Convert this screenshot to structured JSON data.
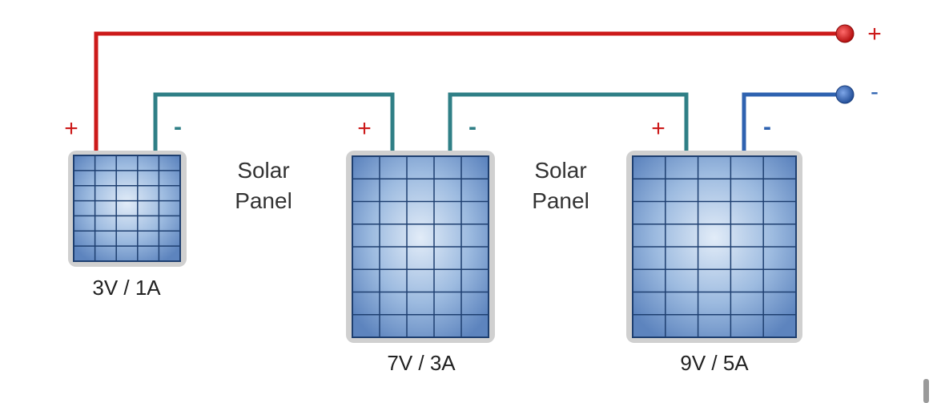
{
  "diagram": {
    "terminals": {
      "positive_symbol": "+",
      "negative_symbol": "-"
    },
    "panels": [
      {
        "rating": "3V / 1A",
        "plus": "+",
        "minus": "-"
      },
      {
        "rating": "7V / 3A",
        "plus": "+",
        "minus": "-"
      },
      {
        "rating": "9V / 5A",
        "plus": "+",
        "minus": "-"
      }
    ],
    "labels": [
      {
        "line1": "Solar",
        "line2": "Panel"
      },
      {
        "line1": "Solar",
        "line2": "Panel"
      }
    ],
    "colors": {
      "positive_wire": "#cc1a1a",
      "negative_wire": "#2e62b0",
      "series_wire": "#2f7f86",
      "terminal_positive": "#c41515",
      "terminal_negative": "#2f5ea8",
      "panel_cell": "#8fb1da",
      "panel_grid": "#1e3f70",
      "panel_frame": "#c9c9c9"
    }
  }
}
